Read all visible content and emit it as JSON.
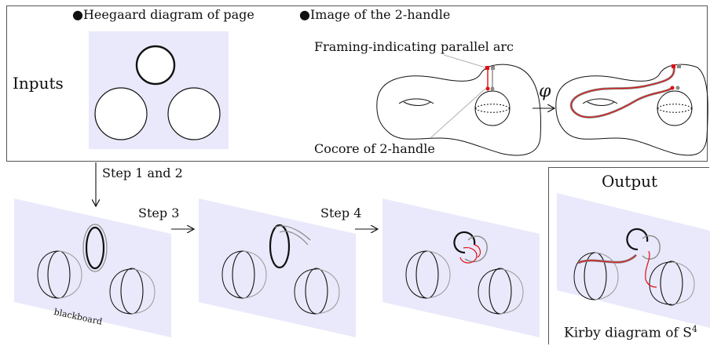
{
  "inputs_label": "Inputs",
  "bullet_heegaard": "Heegaard diagram of page",
  "bullet_image": "Image of the 2-handle",
  "framing_label": "Framing-indicating parallel arc",
  "cocore_label": "Cocore of 2-handle",
  "phi_label": "φ",
  "step12_label": "Step 1 and 2",
  "step3_label": "Step 3",
  "step4_label": "Step 4",
  "output_label": "Output",
  "blackboard_label": "blackboard",
  "kirby_label": "Kirby diagram of S",
  "kirby_sup": "4",
  "colors": {
    "panel": "#e9e9fb",
    "red": "#e01010",
    "gray": "#8a8a8a",
    "stroke": "#111111"
  }
}
